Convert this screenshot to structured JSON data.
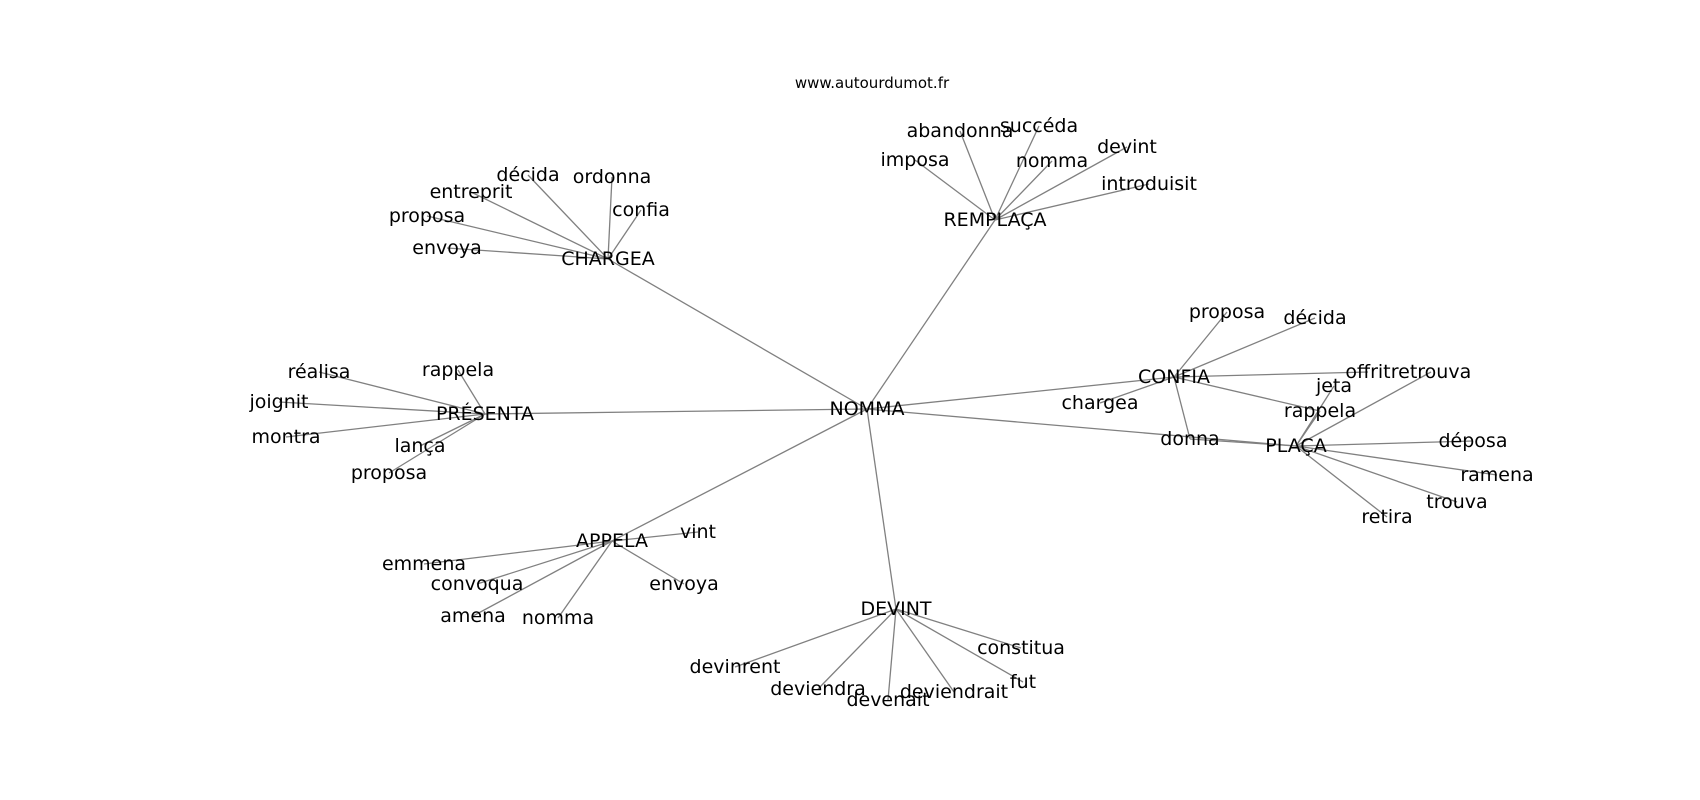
{
  "source_text": "www.autourdumot.fr",
  "center": {
    "id": "nomma",
    "label": "NOMMA"
  },
  "hubs": [
    {
      "id": "remplaca",
      "label": "REMPLAÇA",
      "leaves": [
        "abandonna",
        "succéda",
        "imposa",
        "nomma",
        "devint",
        "introduisit"
      ]
    },
    {
      "id": "chargea",
      "label": "CHARGEA",
      "leaves": [
        "décida",
        "ordonna",
        "entreprit",
        "proposa",
        "confia",
        "envoya"
      ]
    },
    {
      "id": "presenta",
      "label": "PRÉSENTA",
      "leaves": [
        "réalisa",
        "rappela",
        "joignit",
        "montra",
        "lança",
        "proposa"
      ]
    },
    {
      "id": "appela",
      "label": "APPELA",
      "leaves": [
        "vint",
        "emmena",
        "convoqua",
        "envoya",
        "amena",
        "nomma"
      ]
    },
    {
      "id": "devint",
      "label": "DEVINT",
      "leaves": [
        "constitua",
        "devinrent",
        "fut",
        "deviendra",
        "deviendrait",
        "devenait"
      ]
    },
    {
      "id": "confia",
      "label": "CONFIA",
      "leaves": [
        "proposa",
        "décida",
        "chargea",
        "donna",
        "rappela",
        "offrit"
      ]
    },
    {
      "id": "placa",
      "label": "PLAÇA",
      "leaves": [
        "retrouva",
        "jeta",
        "rappela",
        "déposa",
        "ramena",
        "trouva",
        "retira",
        "donna"
      ]
    }
  ]
}
